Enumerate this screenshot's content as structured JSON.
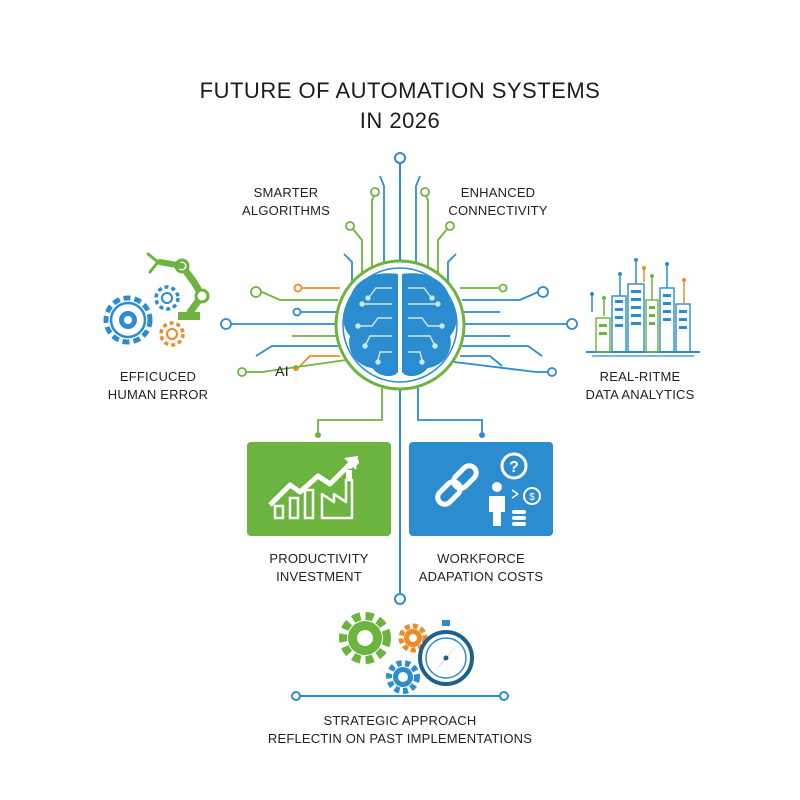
{
  "title": {
    "line1": "FUTURE OF AUTOMATION SYSTEMS",
    "line2": "IN 2026"
  },
  "labels": {
    "smarter_line1": "SMARTER",
    "smarter_line2": "ALGORITHMS",
    "enhanced_line1": "ENHANCED",
    "enhanced_line2": "CONNECTIVITY",
    "ai": "AI",
    "efficuced_line1": "EFFICUCED",
    "efficuced_line2": "HUMAN ERROR",
    "realtime_line1": "REAL-RITME",
    "realtime_line2": "DATA ANALYTICS",
    "productivity_line1": "PRODUCTIVITY",
    "productivity_line2": "INVESTMENT",
    "workforce_line1": "WORKFORCE",
    "workforce_line2": "ADAPATION COSTS",
    "strategic_line1": "STRATEGIC APPROACH",
    "strategic_line2": "REFLECTIN ON PAST IMPLEMENTATIONS"
  },
  "colors": {
    "blue": "#2b8ccf",
    "green": "#6cb33f",
    "orange": "#f08a24",
    "dark_blue": "#1f5f8f"
  },
  "icons": [
    "brain-circuit-icon",
    "robot-arm-icon",
    "gears-icon",
    "city-skyline-icon",
    "growth-chart-icon",
    "chain-link-icon",
    "question-icon",
    "worker-icon",
    "coins-icon",
    "compass-icon"
  ]
}
